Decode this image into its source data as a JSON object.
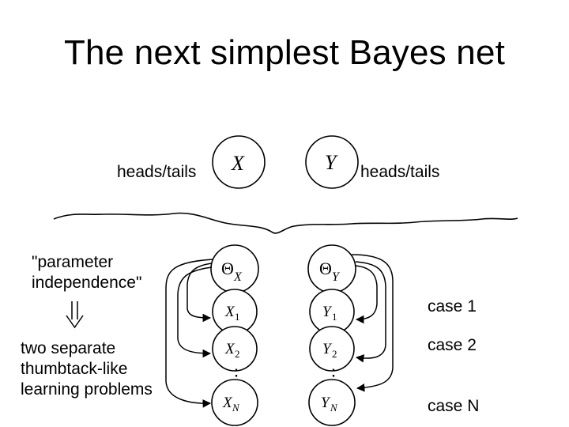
{
  "title": "The next simplest Bayes net",
  "labels": {
    "heads_tails_left": "heads/tails",
    "heads_tails_right": "heads/tails",
    "parameter_line1": "\"parameter",
    "parameter_line2": "independence\"",
    "implies_symbol": "⇓",
    "result_line1": "two separate",
    "result_line2": "thumbtack-like",
    "result_line3": "learning problems",
    "case1": "case 1",
    "case2": "case 2",
    "caseN": "case N"
  },
  "nodes": {
    "X": {
      "main": "X",
      "sub": ""
    },
    "Y": {
      "main": "Y",
      "sub": ""
    },
    "ThetaX": {
      "main": "Θ",
      "sub": "X"
    },
    "ThetaY": {
      "main": "Θ",
      "sub": "Y"
    },
    "X1": {
      "main": "X",
      "sub": "1"
    },
    "Y1": {
      "main": "Y",
      "sub": "1"
    },
    "X2": {
      "main": "X",
      "sub": "2"
    },
    "Y2": {
      "main": "Y",
      "sub": "2"
    },
    "XN": {
      "main": "X",
      "sub": "N"
    },
    "YN": {
      "main": "Y",
      "sub": "N"
    }
  },
  "ellipsis_symbol": "⋮",
  "colors": {
    "ink": "#000000",
    "background": "#ffffff"
  }
}
